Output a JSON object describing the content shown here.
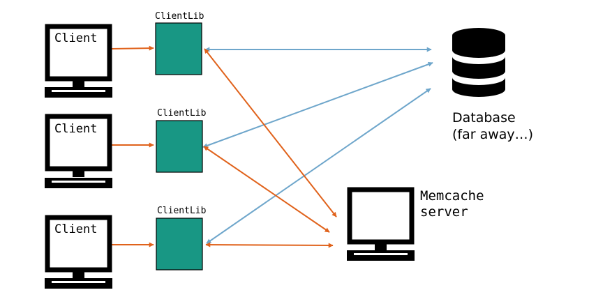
{
  "colors": {
    "background": "#ffffff",
    "clientlib_fill": "#189784",
    "orange_arrow": "#e0621b",
    "blue_arrow": "#6ea6cb",
    "outline": "#000000"
  },
  "clients": [
    {
      "label": "Client",
      "icon": "computer-monitor-icon"
    },
    {
      "label": "Client",
      "icon": "computer-monitor-icon"
    },
    {
      "label": "Client",
      "icon": "computer-monitor-icon"
    }
  ],
  "clientlibs": [
    {
      "label": "ClientLib"
    },
    {
      "label": "ClientLib"
    },
    {
      "label": "ClientLib"
    }
  ],
  "database": {
    "icon": "database-cylinder-icon",
    "label": "Database",
    "sublabel": "(far away…)"
  },
  "memcache": {
    "icon": "computer-monitor-icon",
    "label_line1": "Memcache",
    "label_line2": "server"
  },
  "connections": [
    {
      "from": "client-1",
      "to": "clientlib-1",
      "color": "orange",
      "style": "single-arrow"
    },
    {
      "from": "client-2",
      "to": "clientlib-2",
      "color": "orange",
      "style": "single-arrow"
    },
    {
      "from": "client-3",
      "to": "clientlib-3",
      "color": "orange",
      "style": "single-arrow"
    },
    {
      "from": "clientlib-1",
      "to": "database",
      "color": "blue",
      "style": "double-arrow"
    },
    {
      "from": "clientlib-2",
      "to": "database",
      "color": "blue",
      "style": "double-arrow"
    },
    {
      "from": "clientlib-3",
      "to": "database",
      "color": "blue",
      "style": "double-arrow"
    },
    {
      "from": "clientlib-1",
      "to": "memcache",
      "color": "orange",
      "style": "double-arrow"
    },
    {
      "from": "clientlib-2",
      "to": "memcache",
      "color": "orange",
      "style": "double-arrow"
    },
    {
      "from": "clientlib-3",
      "to": "memcache",
      "color": "orange",
      "style": "double-arrow"
    }
  ]
}
